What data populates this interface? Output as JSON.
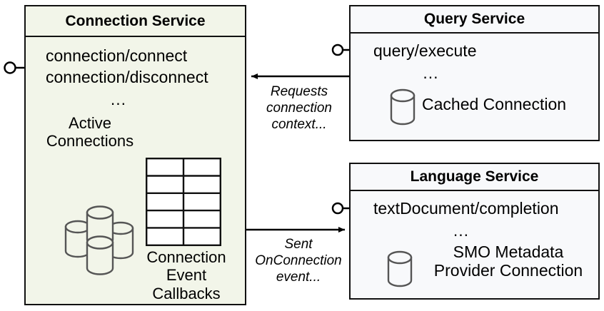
{
  "diagram": {
    "title": "Connection Service architecture interaction diagram",
    "colors": {
      "connection_service_fill": "#f2f5e9",
      "service_fill": "#f8f9fb",
      "border": "#111111",
      "cylinder_stroke": "#555555",
      "text": "#000000"
    }
  },
  "components": {
    "connection_service": {
      "title": "Connection Service",
      "apis": [
        "connection/connect",
        "connection/disconnect"
      ],
      "api_ellipsis": "...",
      "active_connections_label": "Active\nConnections",
      "callbacks_label": "Connection\nEvent\nCallbacks",
      "cylinder_icon": "database-stack-icon",
      "table_icon": "table-grid-icon",
      "table_rows": 5,
      "table_cols": 2,
      "provided_interface_icon": "lollipop-interface-icon"
    },
    "query_service": {
      "title": "Query Service",
      "apis": [
        "query/execute"
      ],
      "api_ellipsis": "...",
      "resource_label": "Cached Connection",
      "cylinder_icon": "database-icon",
      "provided_interface_icon": "lollipop-interface-icon"
    },
    "language_service": {
      "title": "Language Service",
      "apis": [
        "textDocument/completion"
      ],
      "api_ellipsis": "...",
      "resource_label": "SMO Metadata\nProvider Connection",
      "cylinder_icon": "database-icon",
      "provided_interface_icon": "lollipop-interface-icon"
    }
  },
  "connectors": [
    {
      "id": "query-to-connection",
      "label": "Requests\nconnection\ncontext...",
      "from": "Query Service",
      "to": "Connection Service",
      "direction": "left"
    },
    {
      "id": "connection-to-language",
      "label": "Sent\nOnConnection\nevent...",
      "from": "Connection Service",
      "to": "Language Service",
      "direction": "right"
    }
  ]
}
